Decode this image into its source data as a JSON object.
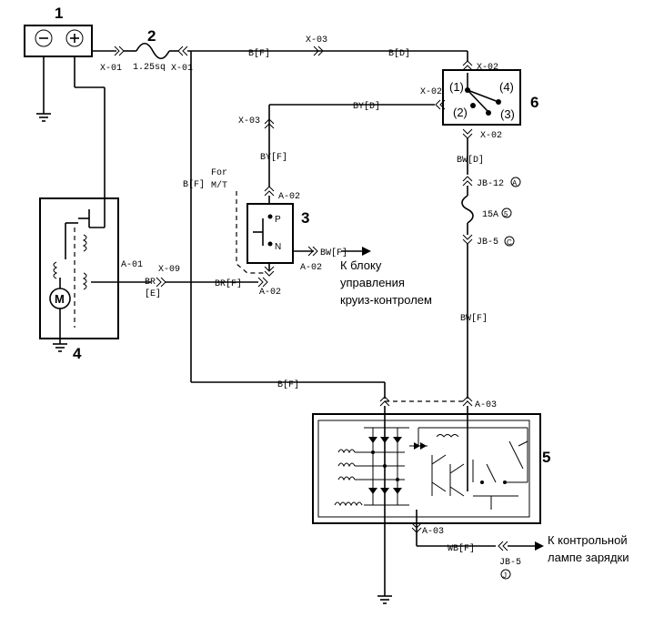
{
  "components": {
    "battery": {
      "number": "1"
    },
    "fuse_link": {
      "number": "2",
      "rating": "1.25sq"
    },
    "clutch_switch": {
      "number": "3",
      "note_line1": "For",
      "note_line2": "M/T",
      "terminal_p": "P",
      "terminal_n": "N"
    },
    "starter": {
      "number": "4",
      "motor_symbol": "M"
    },
    "alternator": {
      "number": "5"
    },
    "ignition_switch": {
      "number": "6",
      "terminals": [
        "(1)",
        "(2)",
        "(3)",
        "(4)"
      ]
    }
  },
  "connectors": {
    "x01_left": "X-01",
    "x01_right": "X-01",
    "x03_top": "X-03",
    "x03_left": "X-03",
    "x02_sw_top": "X-02",
    "x02_sw_left": "X-02",
    "x02_sw_bottom": "X-02",
    "a02_top": "A-02",
    "a02_right": "A-02",
    "a02_bottom": "A-02",
    "a01": "A-01",
    "x09": "X-09",
    "a03_top": "A-03",
    "a03_bottom": "A-03",
    "jb12": "JB-12",
    "jb12_mark": "A",
    "fuse15": "15A",
    "fuse15_mark": "5",
    "jb5_top": "JB-5",
    "jb5_top_mark": "C",
    "jb5_bottom": "JB-5",
    "jb5_bottom_mark": "J"
  },
  "wires": {
    "bf_top": "B[F]",
    "bd_top": "B[D]",
    "by_d": "BY[D]",
    "by_f": "BY[F]",
    "bf_vertical": "B[F]",
    "bw_d": "BW[D]",
    "bw_f_clutch": "BW[F]",
    "br": "BR",
    "br_e": "[E]",
    "br_f": "BR[F]",
    "bw_f_right": "BW[F]",
    "bf_bottom": "B[F]",
    "wb_f": "WB[F]"
  },
  "captions": {
    "cruise_line1": "К блоку",
    "cruise_line2": "управления",
    "cruise_line3": "круиз-контролем",
    "lamp_line1": "К контрольной",
    "lamp_line2": "лампе зарядки"
  }
}
